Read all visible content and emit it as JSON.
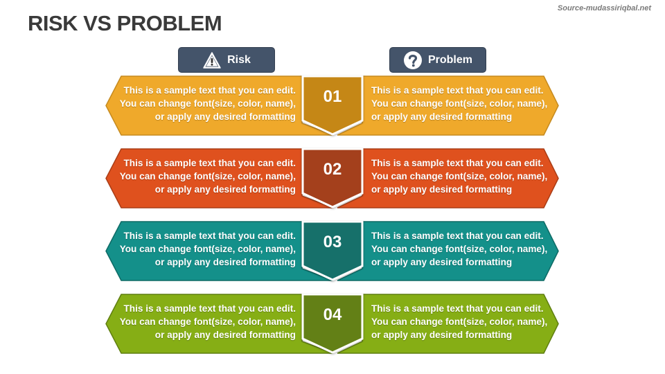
{
  "title": "RISK VS PROBLEM",
  "source": "Source-mudassiriqbal.net",
  "headers": {
    "risk": {
      "label": "Risk",
      "icon": "warning-triangle-icon"
    },
    "problem": {
      "label": "Problem",
      "icon": "question-circle-icon"
    }
  },
  "colors": {
    "header_bg": "#44546a",
    "row1": {
      "band": "#efa92b",
      "band_edge": "#c58a1f",
      "chevron": "#c58718"
    },
    "row2": {
      "band": "#df511e",
      "band_edge": "#a93d16",
      "chevron": "#a43f1c"
    },
    "row3": {
      "band": "#14908a",
      "band_edge": "#0d6a65",
      "chevron": "#16706b"
    },
    "row4": {
      "band": "#86ae15",
      "band_edge": "#5f7e10",
      "chevron": "#638016"
    }
  },
  "rows": [
    {
      "number": "01",
      "risk_text": [
        "This is a sample text that you can edit.",
        "You can change font(size, color, name),",
        "or apply any desired formatting"
      ],
      "problem_text": [
        "This is a sample text that you can edit.",
        "You can change font(size, color, name),",
        "or apply any desired formatting"
      ]
    },
    {
      "number": "02",
      "risk_text": [
        "This is a sample text that you can edit.",
        "You can change font(size, color, name),",
        "or apply any desired formatting"
      ],
      "problem_text": [
        "This is a sample text that you can edit.",
        "You can change font(size, color, name),",
        "or apply any desired formatting"
      ]
    },
    {
      "number": "03",
      "risk_text": [
        "This is a sample text that you can edit.",
        "You can change font(size, color, name),",
        "or apply any desired formatting"
      ],
      "problem_text": [
        "This is a sample text that you can edit.",
        "You can change font(size, color, name),",
        "or apply any desired formatting"
      ]
    },
    {
      "number": "04",
      "risk_text": [
        "This is a sample text that you can edit.",
        "You can change font(size, color, name),",
        "or apply any desired formatting"
      ],
      "problem_text": [
        "This is a sample text that you can edit.",
        "You can change font(size, color, name),",
        "or apply any desired formatting"
      ]
    }
  ]
}
